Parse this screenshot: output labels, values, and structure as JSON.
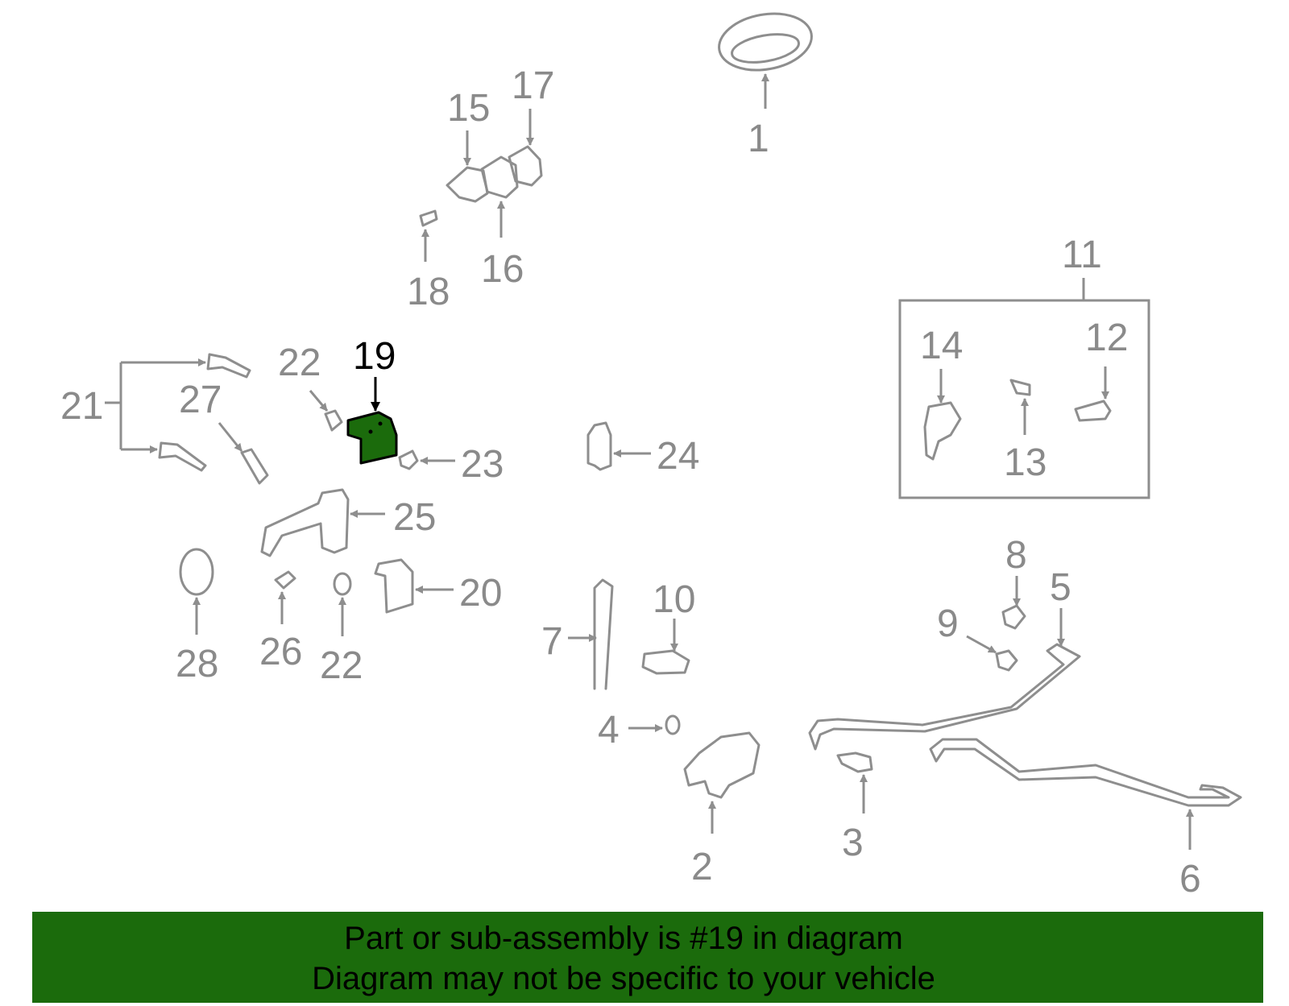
{
  "diagram": {
    "highlighted_part": "19",
    "colors": {
      "highlight": "#1b6b0c",
      "parts": "#8e8e8e",
      "labels": "#8a8a8a",
      "highlight_label": "#000000"
    },
    "callouts": {
      "c1": "1",
      "c2": "2",
      "c3": "3",
      "c4": "4",
      "c5": "5",
      "c6": "6",
      "c7": "7",
      "c8": "8",
      "c9": "9",
      "c10": "10",
      "c11": "11",
      "c12": "12",
      "c13": "13",
      "c14": "14",
      "c15": "15",
      "c16": "16",
      "c17": "17",
      "c18": "18",
      "c19": "19",
      "c20": "20",
      "c21": "21",
      "c22a": "22",
      "c22b": "22",
      "c23": "23",
      "c24": "24",
      "c25": "25",
      "c26": "26",
      "c27": "27",
      "c28": "28"
    }
  },
  "footer": {
    "line1": "Part or sub-assembly is #19 in diagram",
    "line2": "Diagram may not be specific to your vehicle"
  }
}
